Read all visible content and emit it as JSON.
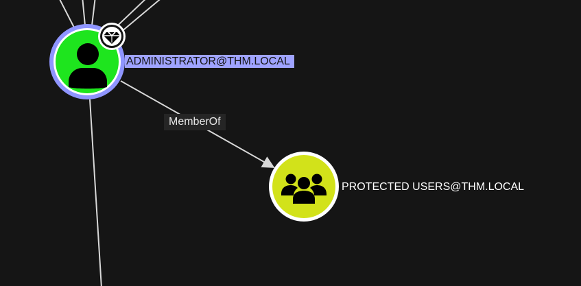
{
  "graph": {
    "nodes": {
      "administrator": {
        "label": "ADMINISTRATOR@THM.LOCAL",
        "kind": "user",
        "icon": "user-icon",
        "badge_icon": "gem-icon",
        "fill_color": "#1ee51e",
        "highlight_color": "#8f95ff"
      },
      "protected_users": {
        "label": "PROTECTED USERS@THM.LOCAL",
        "kind": "group",
        "icon": "users-group-icon",
        "fill_color": "#d2e21a"
      }
    },
    "edges": {
      "member_of": {
        "label": "MemberOf"
      }
    },
    "colors": {
      "background": "#151515",
      "edge": "#d8d8d8",
      "label_highlight": "#9fa3ff"
    }
  }
}
